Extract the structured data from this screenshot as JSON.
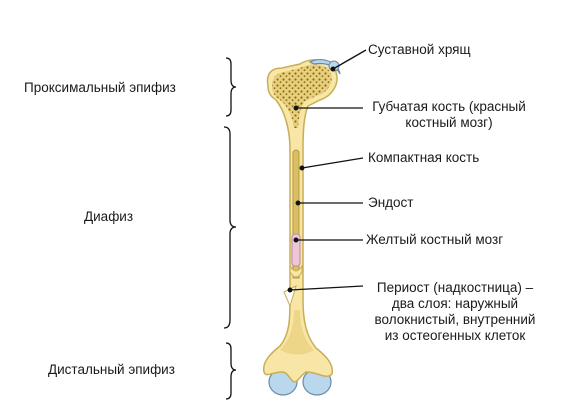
{
  "regions": {
    "proximal": "Проксимальный эпифиз",
    "diaphysis": "Диафиз",
    "distal": "Дистальный эпифиз"
  },
  "parts": {
    "cartilage": "Суставной хрящ",
    "spongy_line1": "Губчатая кость (красный",
    "spongy_line2": "костный мозг)",
    "compact": "Компактная кость",
    "endosteum": "Эндост",
    "yellow_marrow": "Желтый костный мозг",
    "periosteum_line1": "Периост (надкостница) –",
    "periosteum_line2": "два слоя: наружный",
    "periosteum_line3": "волокнистый, внутренний",
    "periosteum_line4": "из остеогенных клеток"
  },
  "colors": {
    "bone_outer": "#f7e6a5",
    "bone_stroke": "#c9ae55",
    "spongy": "#e8cf7c",
    "spongy_dots": "#8a6d1c",
    "cavity": "#d9bf63",
    "cartilage": "#b9d8ee",
    "marrow_pink": "#eec6dc",
    "leader": "#111111"
  }
}
